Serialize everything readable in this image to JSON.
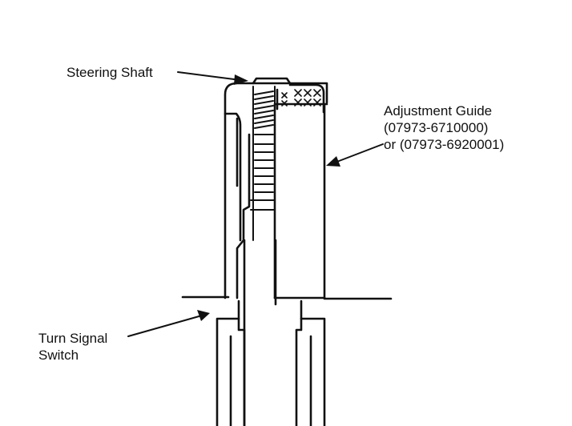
{
  "labels": {
    "steering_shaft": "Steering Shaft",
    "adjustment_guide": {
      "line1": "Adjustment Guide",
      "line2": "(07973-6710000)",
      "line3": "or (07973-6920001)"
    },
    "turn_signal_switch": {
      "line1": "Turn Signal",
      "line2": "Switch"
    }
  },
  "colors": {
    "ink": "#111111",
    "paper": "#ffffff"
  }
}
